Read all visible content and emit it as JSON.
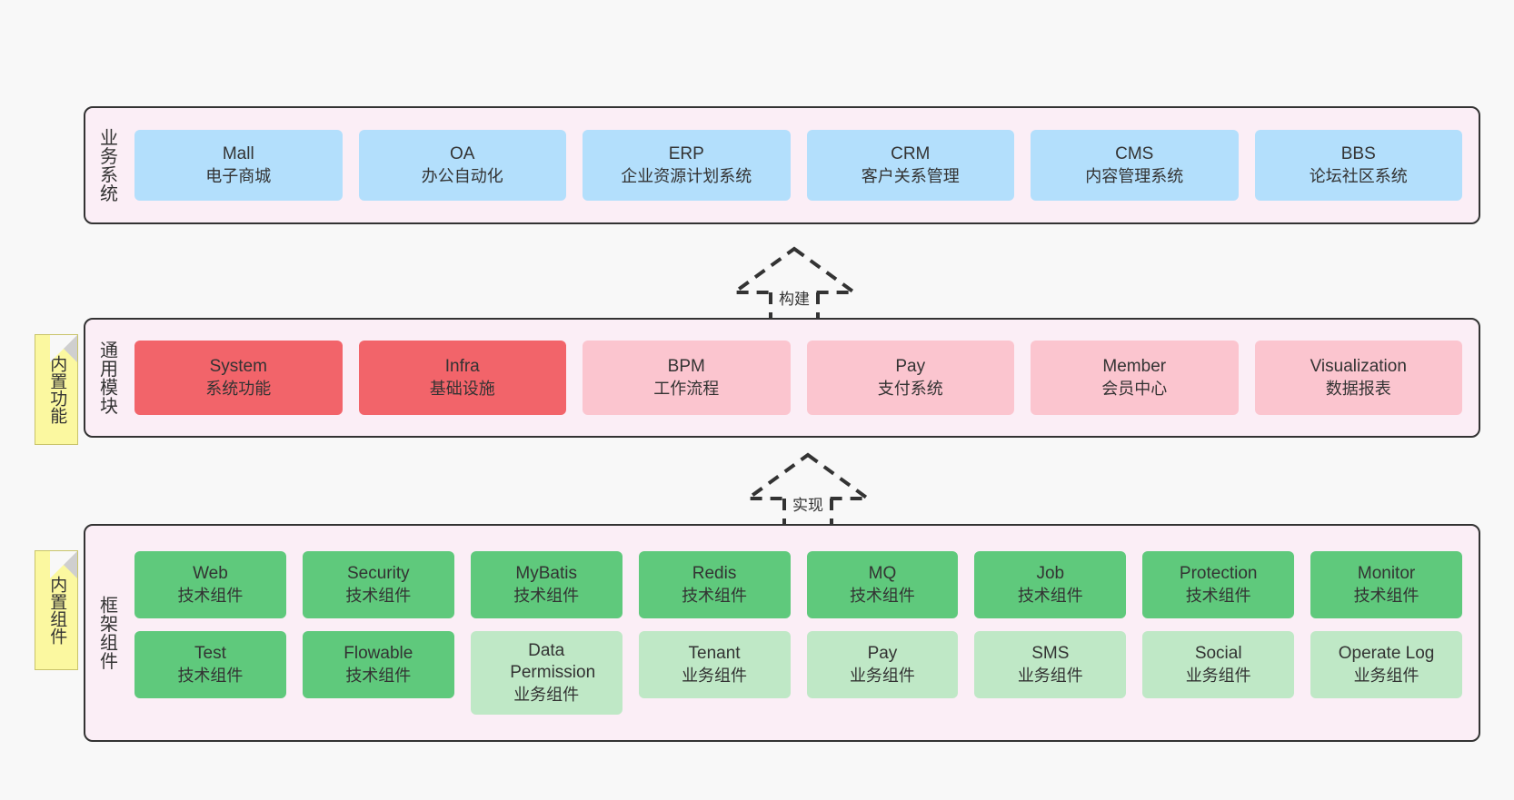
{
  "diagram": {
    "background_color": "#f8f8f8",
    "layer_background": "#fbeef6",
    "layers": [
      {
        "id": "business",
        "title": "业务系统",
        "cards": [
          {
            "name": "Mall",
            "desc": "电子商城"
          },
          {
            "name": "OA",
            "desc": "办公自动化"
          },
          {
            "name": "ERP",
            "desc": "企业资源计划系统"
          },
          {
            "name": "CRM",
            "desc": "客户关系管理"
          },
          {
            "name": "CMS",
            "desc": "内容管理系统"
          },
          {
            "name": "BBS",
            "desc": "论坛社区系统"
          }
        ]
      },
      {
        "id": "modules",
        "title": "通用模块",
        "sticky": "内置功能",
        "cards": [
          {
            "name": "System",
            "desc": "系统功能",
            "color": "#f2646a"
          },
          {
            "name": "Infra",
            "desc": "基础设施",
            "color": "#f2646a"
          },
          {
            "name": "BPM",
            "desc": "工作流程",
            "color": "#fbc5cf"
          },
          {
            "name": "Pay",
            "desc": "支付系统",
            "color": "#fbc5cf"
          },
          {
            "name": "Member",
            "desc": "会员中心",
            "color": "#fbc5cf"
          },
          {
            "name": "Visualization",
            "desc": "数据报表",
            "color": "#fbc5cf"
          }
        ]
      },
      {
        "id": "framework",
        "title": "框架组件",
        "sticky": "内置组件",
        "rows": [
          [
            {
              "name": "Web",
              "desc": "技术组件",
              "color": "#5fc97c"
            },
            {
              "name": "Security",
              "desc": "技术组件",
              "color": "#5fc97c"
            },
            {
              "name": "MyBatis",
              "desc": "技术组件",
              "color": "#5fc97c"
            },
            {
              "name": "Redis",
              "desc": "技术组件",
              "color": "#5fc97c"
            },
            {
              "name": "MQ",
              "desc": "技术组件",
              "color": "#5fc97c"
            },
            {
              "name": "Job",
              "desc": "技术组件",
              "color": "#5fc97c"
            },
            {
              "name": "Protection",
              "desc": "技术组件",
              "color": "#5fc97c"
            },
            {
              "name": "Monitor",
              "desc": "技术组件",
              "color": "#5fc97c"
            }
          ],
          [
            {
              "name": "Test",
              "desc": "技术组件",
              "color": "#5fc97c"
            },
            {
              "name": "Flowable",
              "desc": "技术组件",
              "color": "#5fc97c"
            },
            {
              "name": "Data Permission",
              "desc": "业务组件",
              "color": "#bfe8c6"
            },
            {
              "name": "Tenant",
              "desc": "业务组件",
              "color": "#bfe8c6"
            },
            {
              "name": "Pay",
              "desc": "业务组件",
              "color": "#bfe8c6"
            },
            {
              "name": "SMS",
              "desc": "业务组件",
              "color": "#bfe8c6"
            },
            {
              "name": "Social",
              "desc": "业务组件",
              "color": "#bfe8c6"
            },
            {
              "name": "Operate Log",
              "desc": "业务组件",
              "color": "#bfe8c6"
            }
          ]
        ]
      }
    ],
    "connectors": [
      {
        "id": "build",
        "label": "构建"
      },
      {
        "id": "implement",
        "label": "实现"
      }
    ]
  }
}
